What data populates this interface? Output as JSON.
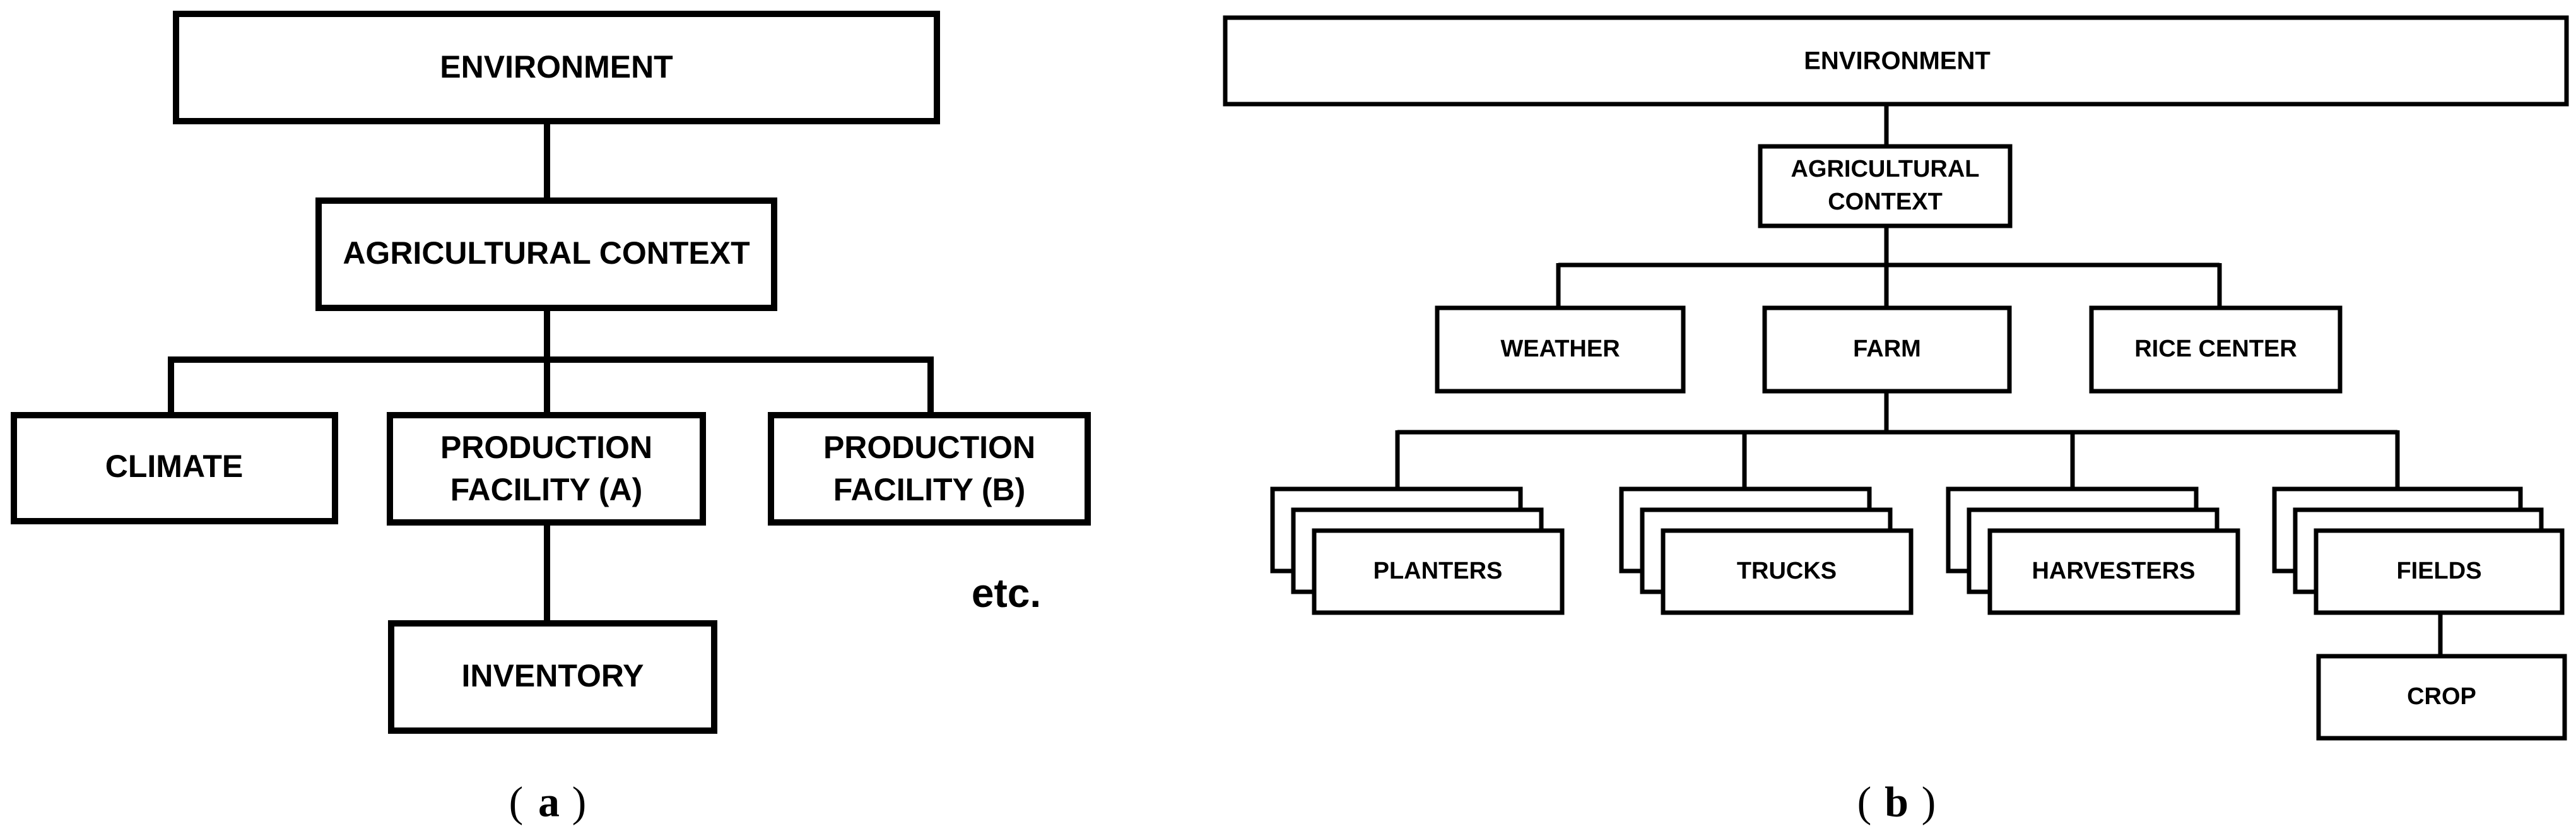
{
  "diagram_a": {
    "caption": "a",
    "nodes": {
      "environment": "ENVIRONMENT",
      "agricultural_context": "AGRICULTURAL CONTEXT",
      "climate": "CLIMATE",
      "production_facility_a": [
        "PRODUCTION",
        "FACILITY (A)"
      ],
      "production_facility_b": [
        "PRODUCTION",
        "FACILITY (B)"
      ],
      "inventory": "INVENTORY"
    },
    "more_label": "etc."
  },
  "diagram_b": {
    "caption": "b",
    "nodes": {
      "environment": "ENVIRONMENT",
      "agricultural_context": [
        "AGRICULTURAL",
        "CONTEXT"
      ],
      "weather": "WEATHER",
      "farm": "FARM",
      "rice_center": "RICE CENTER",
      "planters": "PLANTERS",
      "trucks": "TRUCKS",
      "harvesters": "HARVESTERS",
      "fields": "FIELDS",
      "crop": "CROP"
    }
  },
  "colors": {
    "stroke": "#000000",
    "background": "#ffffff"
  }
}
